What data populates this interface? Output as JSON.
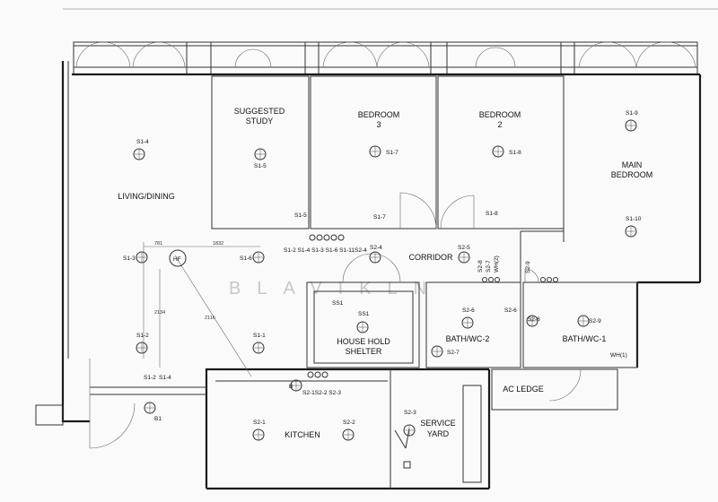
{
  "rooms": {
    "living": "LIVING/DINING",
    "study_1": "SUGGESTED",
    "study_2": "STUDY",
    "bedroom3_1": "BEDROOM",
    "bedroom3_2": "3",
    "bedroom2_1": "BEDROOM",
    "bedroom2_2": "2",
    "main_1": "MAIN",
    "main_2": "BEDROOM",
    "corridor": "CORRIDOR",
    "shelter_1": "HOUSE HOLD",
    "shelter_2": "SHELTER",
    "bath2": "BATH/WC-2",
    "bath1": "BATH/WC-1",
    "ac": "AC LEDGE",
    "kitchen": "KITCHEN",
    "service_1": "SERVICE",
    "service_2": "YARD"
  },
  "points": {
    "s1_1": "S1-1",
    "s1_2": "S1-2",
    "s1_3": "S1-3",
    "s1_4": "S1-4",
    "s1_5": "S1-5",
    "s1_6": "S1-6",
    "s1_7": "S1-7",
    "s1_8": "S1-8",
    "s1_9": "S1-9",
    "s1_10": "S1-10",
    "s2_1": "S2-1",
    "s2_2": "S2-2",
    "s2_3": "S2-3",
    "s2_4": "S2-4",
    "s2_5": "S2-5",
    "s2_6": "S2-6",
    "s2_7": "S2-7",
    "s2_8": "S2-8",
    "s2_9": "S2-9",
    "ss1": "SS1",
    "hf": "HF",
    "b1": "B1",
    "b": "B",
    "s1_5_door": "S1-5",
    "s1_7_door": "S1-7",
    "s1_8_door": "S1-8",
    "s1_2_entry": "S1-2",
    "s1_4_entry": "S1-4",
    "ss1_door": "SS1"
  },
  "switch_groups": {
    "living": "S1-2 S1-4   S1-3 S1-6 S1-11S2-4",
    "kitchen": "S2-1S2-2 S2-3",
    "corr_a": "S2-8",
    "corr_b": "S2-7",
    "corr_c": "WH(2)"
  },
  "dimensions": {
    "d1": "781",
    "d2": "1832",
    "d3": "2134",
    "d4": "2116"
  },
  "small_tags": {
    "wh1": "WH(1)",
    "bath2_sw": "S2-6",
    "bath1_sw": "S2-9"
  },
  "watermark": "BLAVIKLN"
}
